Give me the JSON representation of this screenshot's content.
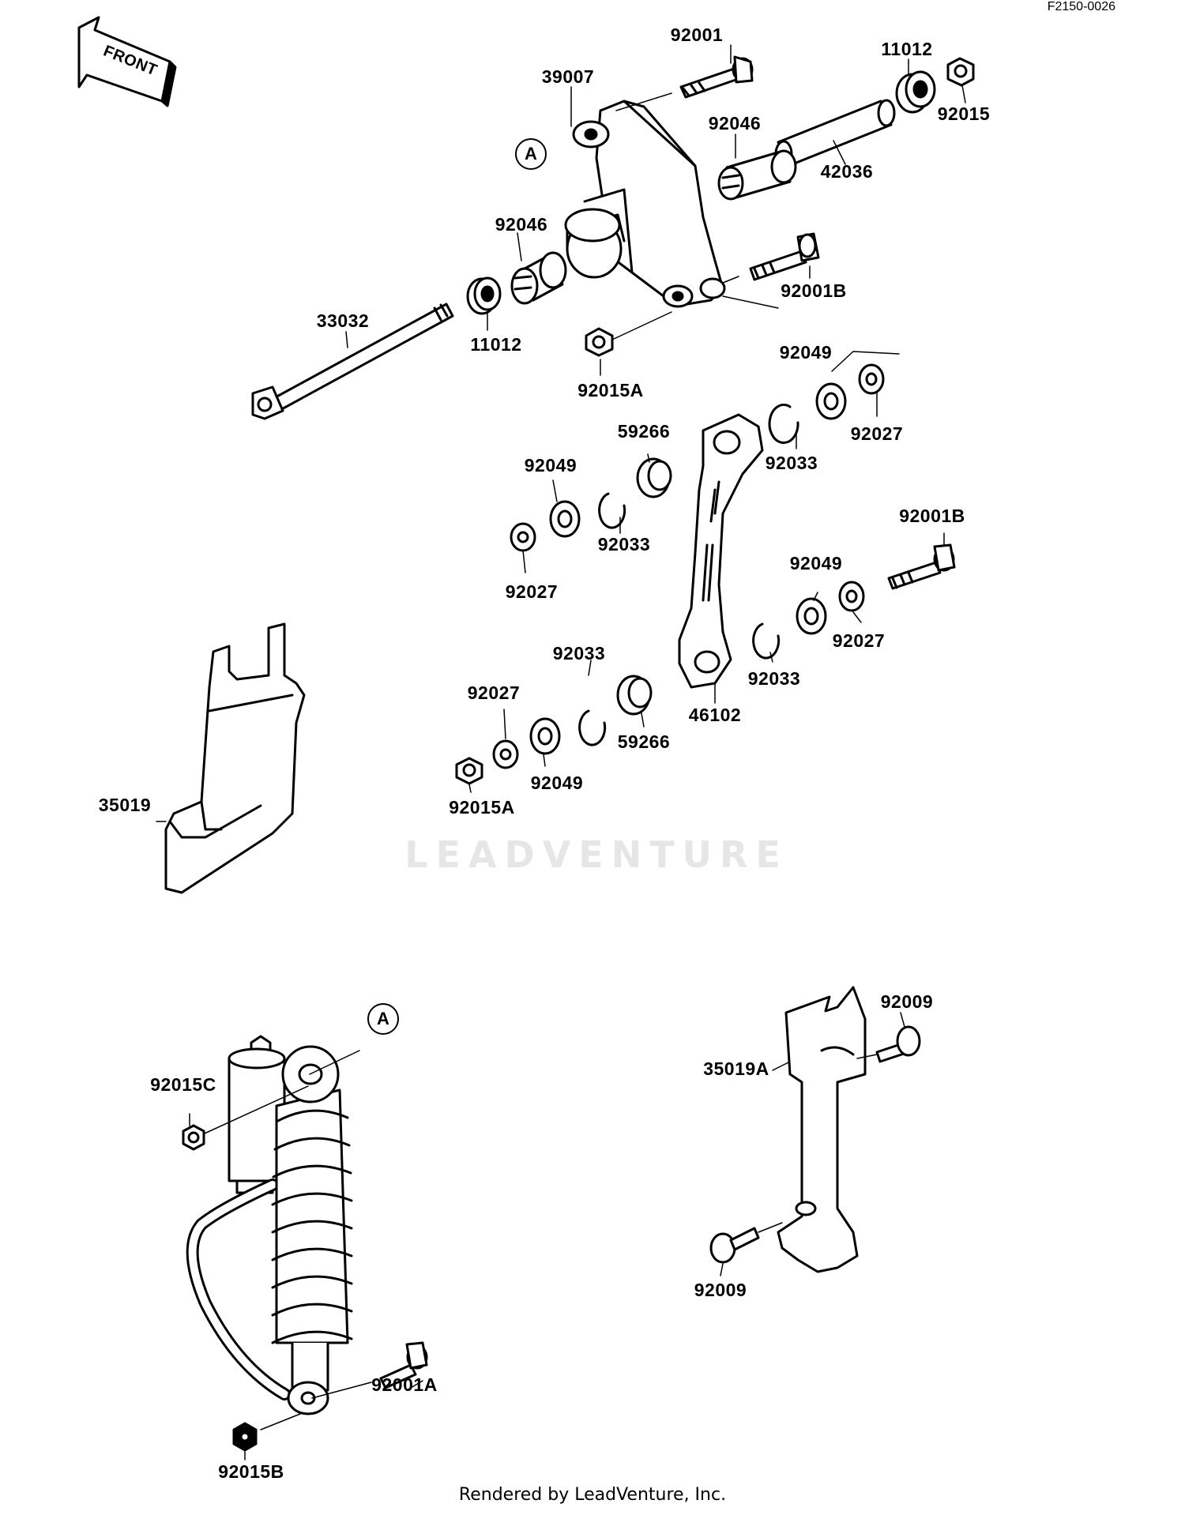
{
  "reference_code": "F2150-0026",
  "front_label": "FRONT",
  "callout_letter": "A",
  "watermark": "LEADVENTURE",
  "footer": "Rendered by LeadVenture, Inc.",
  "part_labels": [
    "92001",
    "39007",
    "11012",
    "92015",
    "92046",
    "42036",
    "92046",
    "92001B",
    "33032",
    "11012",
    "92015A",
    "92049",
    "92027",
    "59266",
    "92033",
    "92049",
    "92033",
    "92027",
    "92001B",
    "92049",
    "92027",
    "92033",
    "92027",
    "92049",
    "92033",
    "59266",
    "46102",
    "92015A",
    "35019",
    "92009",
    "35019A",
    "92015C",
    "92001A",
    "92009",
    "92015B"
  ]
}
